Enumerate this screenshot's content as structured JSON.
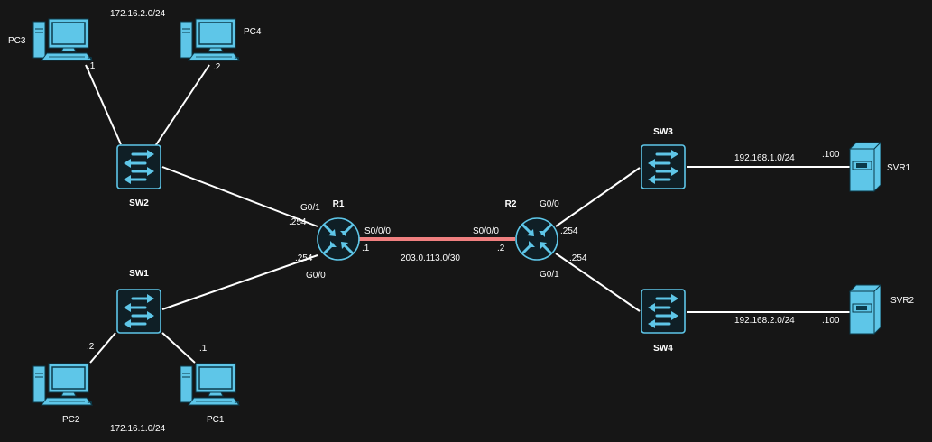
{
  "colors": {
    "background": "#161616",
    "device_fill": "#5ec6e8",
    "device_dark": "#0b3a4a",
    "link": "#ffffff",
    "serial_link": "#f08080",
    "text": "#ffffff"
  },
  "devices": {
    "r1": {
      "name": "R1",
      "icon": "router-icon"
    },
    "r2": {
      "name": "R2",
      "icon": "router-icon"
    },
    "sw1": {
      "name": "SW1",
      "icon": "switch-icon"
    },
    "sw2": {
      "name": "SW2",
      "icon": "switch-icon"
    },
    "sw3": {
      "name": "SW3",
      "icon": "switch-icon"
    },
    "sw4": {
      "name": "SW4",
      "icon": "switch-icon"
    },
    "pc1": {
      "name": "PC1",
      "icon": "pc-icon"
    },
    "pc2": {
      "name": "PC2",
      "icon": "pc-icon"
    },
    "pc3": {
      "name": "PC3",
      "icon": "pc-icon"
    },
    "pc4": {
      "name": "PC4",
      "icon": "pc-icon"
    },
    "svr1": {
      "name": "SVR1",
      "icon": "server-icon"
    },
    "svr2": {
      "name": "SVR2",
      "icon": "server-icon"
    }
  },
  "networks": {
    "net_pc34": "172.16.2.0/24",
    "net_pc12": "172.16.1.0/24",
    "net_serial": "203.0.113.0/30",
    "net_svr1": "192.168.1.0/24",
    "net_svr2": "192.168.2.0/24"
  },
  "interfaces": {
    "r1_g01": "G0/1",
    "r1_g01_ip": ".254",
    "r1_g00": "G0/0",
    "r1_g00_ip": ".254",
    "r1_s000": "S0/0/0",
    "r1_s000_ip": ".1",
    "r2_s000": "S0/0/0",
    "r2_s000_ip": ".2",
    "r2_g00": "G0/0",
    "r2_g00_ip": ".254",
    "r2_g01": "G0/1",
    "r2_g01_ip": ".254",
    "pc1_ip": ".1",
    "pc2_ip": ".2",
    "pc3_ip": ".1",
    "pc4_ip": ".2",
    "svr1_ip": ".100",
    "svr2_ip": ".100"
  }
}
